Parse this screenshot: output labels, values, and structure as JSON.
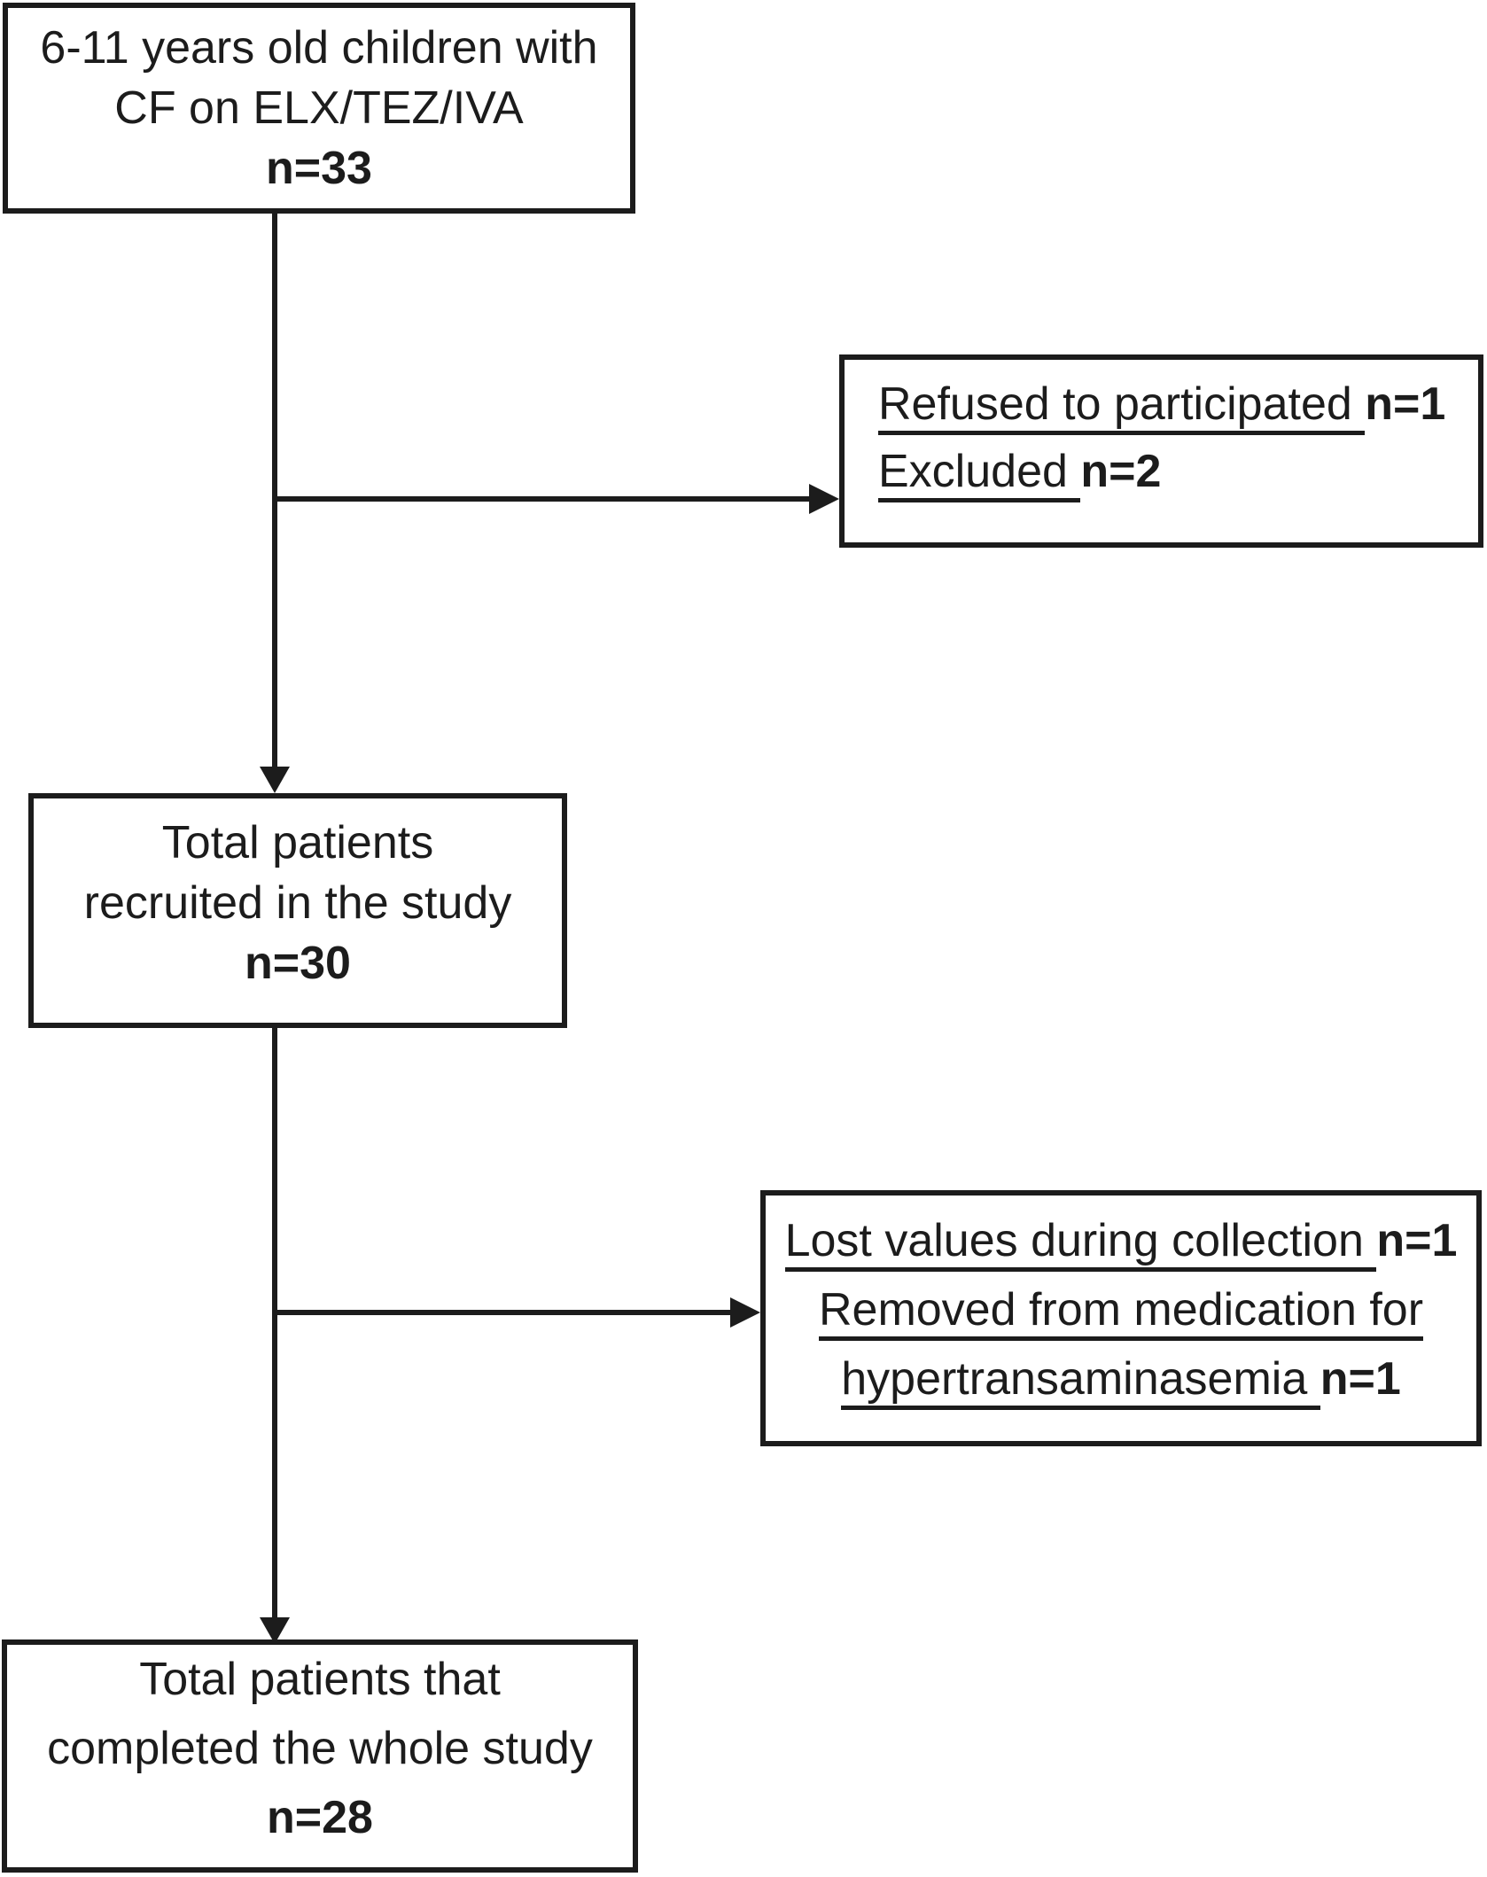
{
  "figure": {
    "background": "#ffffff",
    "ink": "#1c1c1c"
  },
  "boxes": {
    "source": {
      "line1": "6-11 years old children with",
      "line2": "CF on ELX/TEZ/IVA",
      "count": "n=33"
    },
    "refused": {
      "row1_label": "Refused to participated ",
      "row1_count": "n=1",
      "row2_label": "Excluded ",
      "row2_count": "n=2"
    },
    "recruited": {
      "line1": "Total patients",
      "line2": "recruited in the study",
      "count": "n=30"
    },
    "lost": {
      "row1_label": "Lost values during collection ",
      "row1_count": "n=1",
      "row2_label": "Removed from medication for hypertransaminasemia ",
      "row2_count": "n=1"
    },
    "completed": {
      "line1": "Total patients that",
      "line2": "completed the whole study",
      "count": "n=28"
    }
  }
}
